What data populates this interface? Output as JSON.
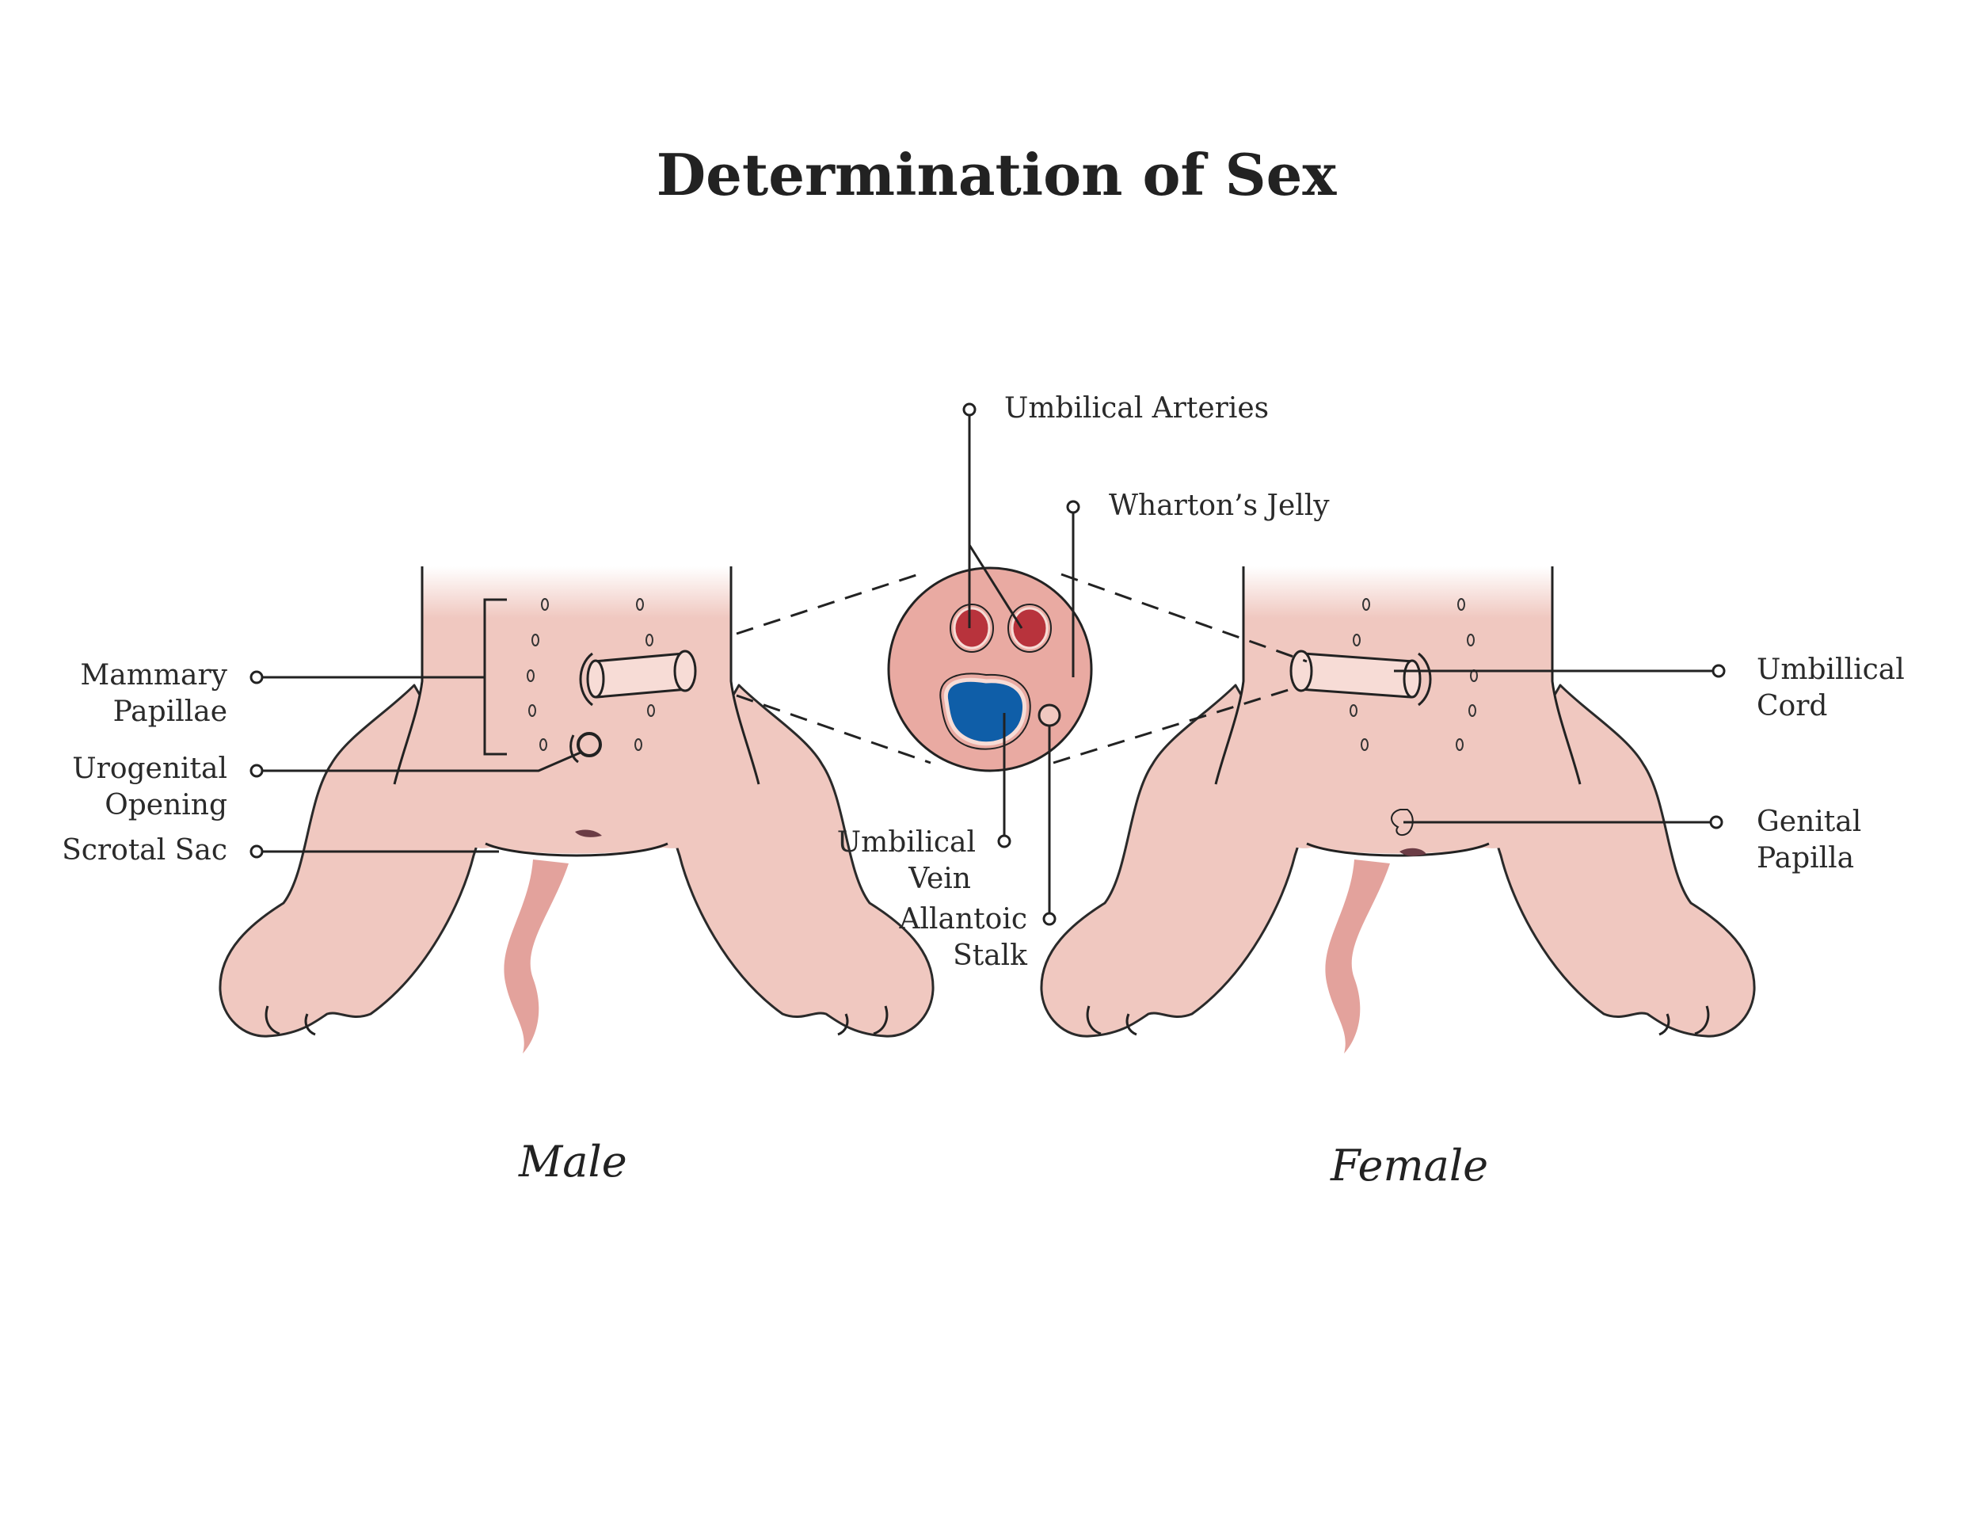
{
  "title": "Determination of Sex",
  "captions": {
    "male": "Male",
    "female": "Female"
  },
  "labels": {
    "mammary_papillae": [
      "Mammary",
      "Papillae"
    ],
    "urogenital_opening": [
      "Urogenital",
      "Opening"
    ],
    "scrotal_sac": "Scrotal Sac",
    "umbilical_arteries": "Umbilical Arteries",
    "whartons_jelly": "Wharton’s Jelly",
    "umbilical_vein": [
      "Umbilical",
      "Vein"
    ],
    "allantoic_stalk": [
      "Allantoic",
      "Stalk"
    ],
    "umbillical_cord": [
      "Umbillical",
      "Cord"
    ],
    "genital_papilla": [
      "Genital",
      "Papilla"
    ]
  },
  "colors": {
    "skin": "#f0c8c0",
    "tail": "#e3a29c",
    "cord_section": "#e9aaa2",
    "artery": "#b8333c",
    "vein": "#0f5ea8",
    "outline": "#2a2a2a"
  }
}
